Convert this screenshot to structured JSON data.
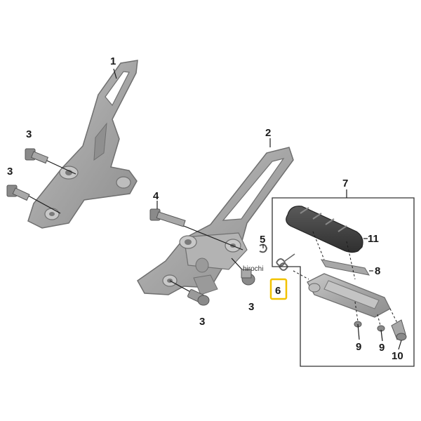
{
  "diagram": {
    "highlight_color": "#f2c200",
    "part_fill": "#a9a9a9",
    "part_edge": "#6f6f6f",
    "watermark": "hirochi",
    "callouts": [
      {
        "id": "c1",
        "label": "1"
      },
      {
        "id": "c3a",
        "label": "3"
      },
      {
        "id": "c3b",
        "label": "3"
      },
      {
        "id": "c2",
        "label": "2"
      },
      {
        "id": "c4",
        "label": "4"
      },
      {
        "id": "c5",
        "label": "5"
      },
      {
        "id": "c6",
        "label": "6"
      },
      {
        "id": "c3c",
        "label": "3"
      },
      {
        "id": "c3d",
        "label": "3"
      },
      {
        "id": "c7",
        "label": "7"
      },
      {
        "id": "c11",
        "label": "11"
      },
      {
        "id": "c8",
        "label": "8"
      },
      {
        "id": "c9a",
        "label": "9"
      },
      {
        "id": "c9b",
        "label": "9"
      },
      {
        "id": "c10",
        "label": "10"
      }
    ]
  }
}
